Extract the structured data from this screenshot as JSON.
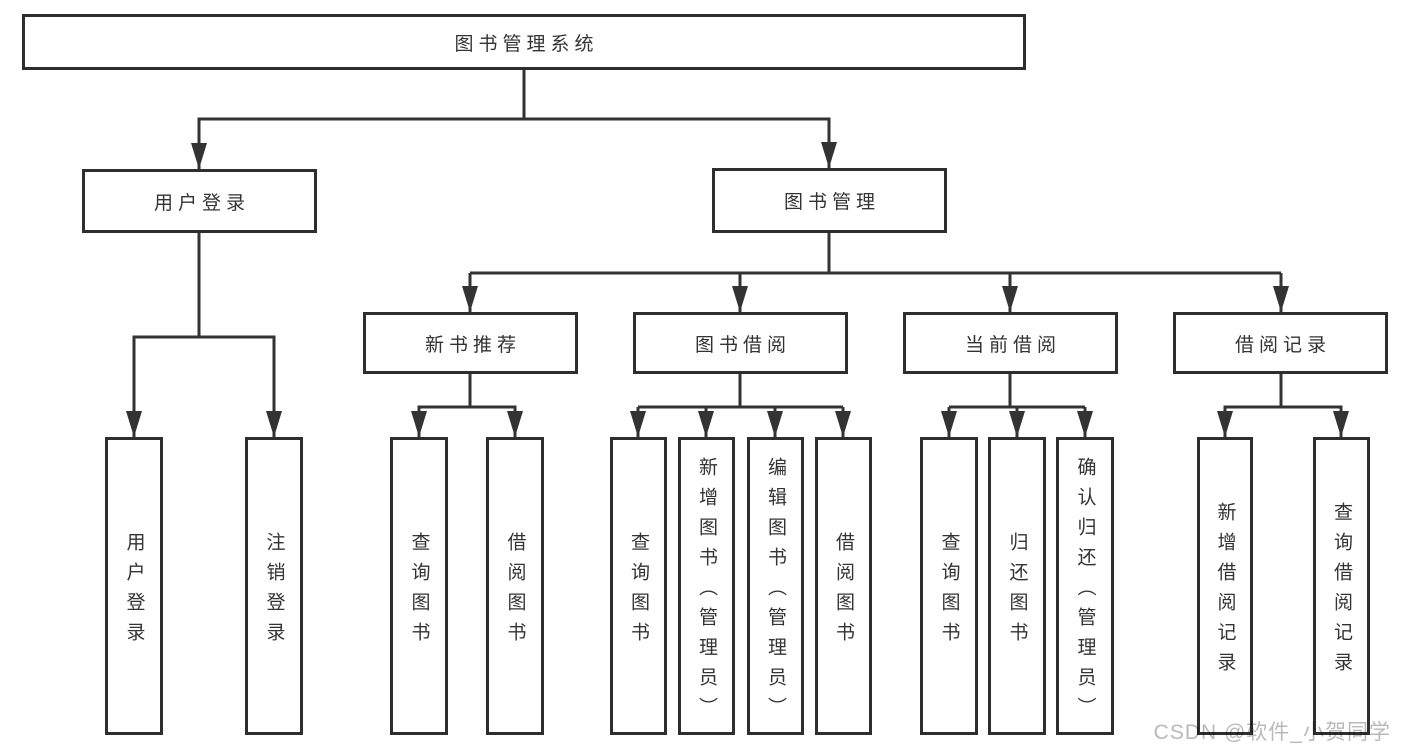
{
  "diagram": {
    "root": {
      "label": "图书管理系统"
    },
    "level2": [
      {
        "label": "用户登录"
      },
      {
        "label": "图书管理"
      }
    ],
    "level3": [
      {
        "label": "新书推荐"
      },
      {
        "label": "图书借阅"
      },
      {
        "label": "当前借阅"
      },
      {
        "label": "借阅记录"
      }
    ],
    "leaves": [
      {
        "label": "用户登录"
      },
      {
        "label": "注销登录"
      },
      {
        "label": "查询图书"
      },
      {
        "label": "借阅图书"
      },
      {
        "label": "查询图书"
      },
      {
        "label": "新增图书（管理员）"
      },
      {
        "label": "编辑图书（管理员）"
      },
      {
        "label": "借阅图书"
      },
      {
        "label": "查询图书"
      },
      {
        "label": "归还图书"
      },
      {
        "label": "确认归还（管理员）"
      },
      {
        "label": "新增借阅记录"
      },
      {
        "label": "查询借阅记录"
      }
    ]
  },
  "watermark": {
    "text": "CSDN @软件_小贺同学"
  },
  "colors": {
    "line": "#333333",
    "border": "#2e2e2e",
    "text": "#333333",
    "watermark": "#b9b9b9",
    "background": "#ffffff"
  }
}
